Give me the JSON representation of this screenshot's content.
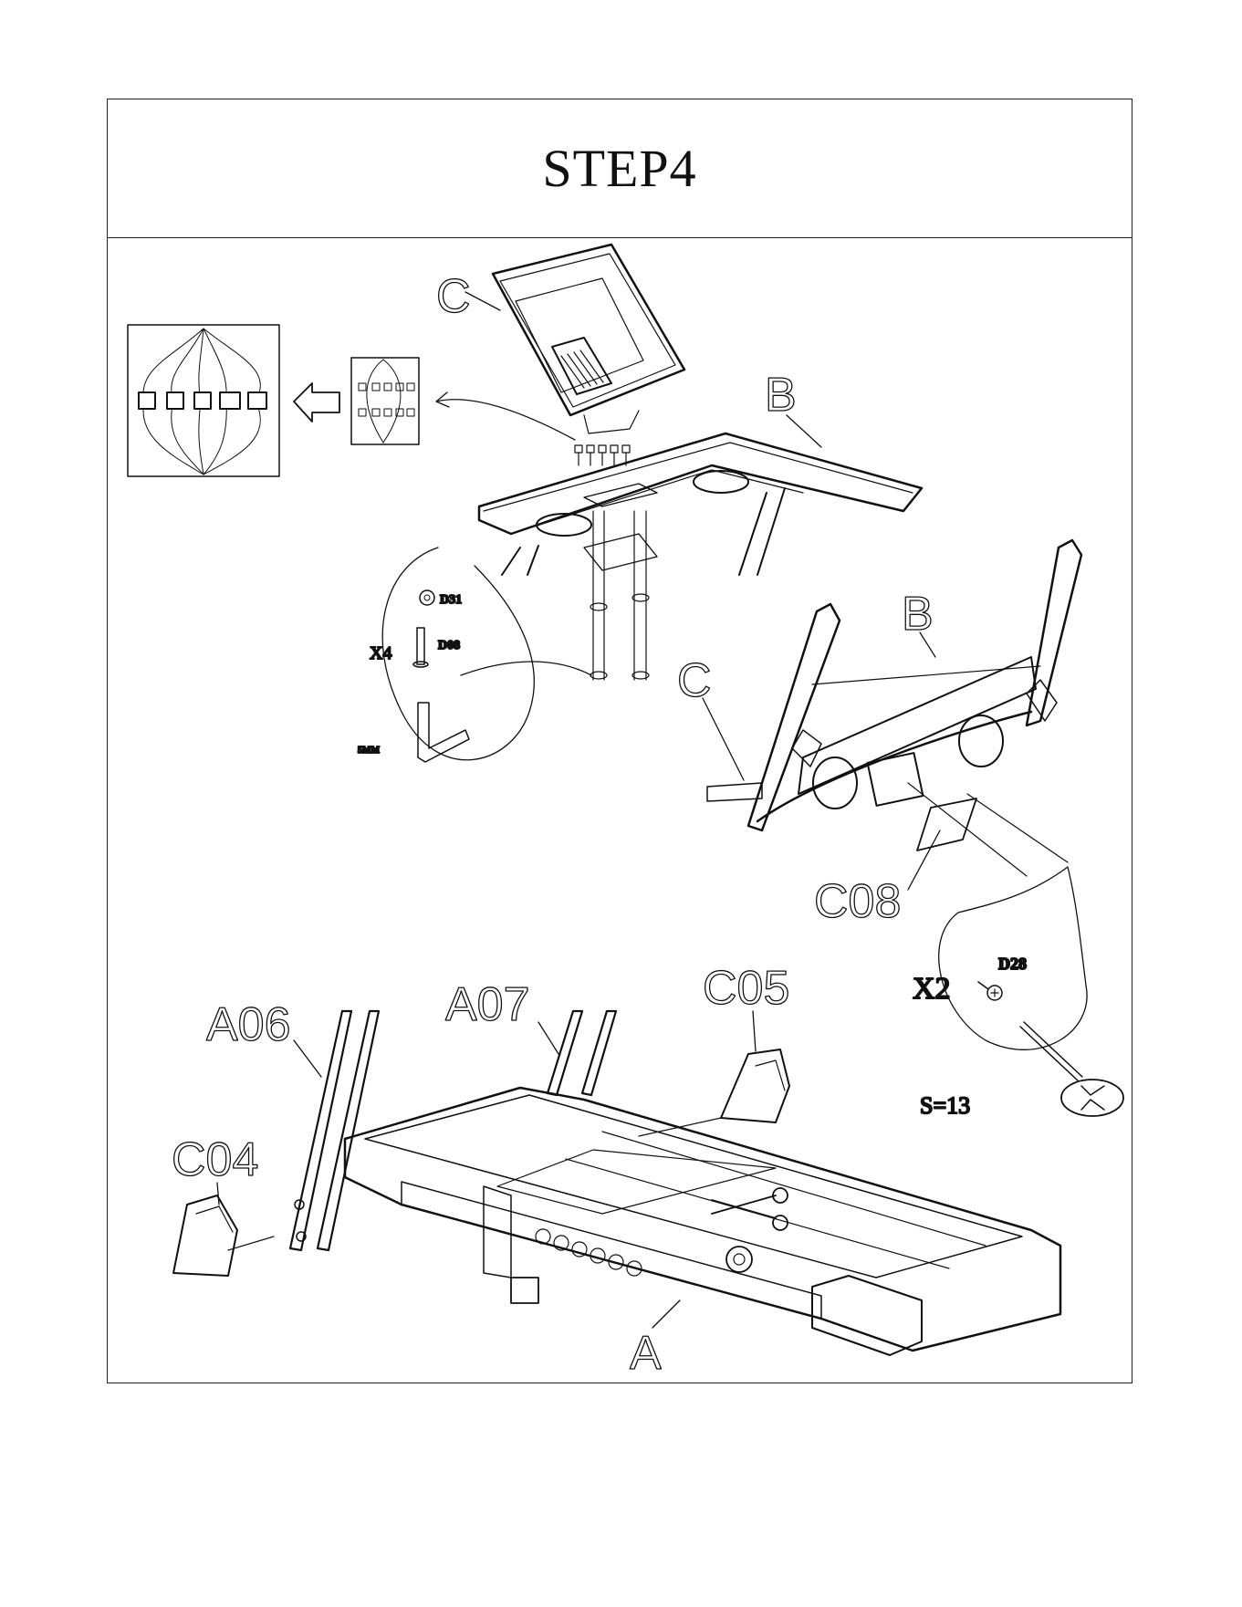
{
  "title": "STEP4",
  "part_labels": {
    "console": "C",
    "handlebar": "B",
    "base": "A",
    "upright_left": "A06",
    "upright_right": "A07",
    "cover_left": "C04",
    "cover_right": "C05",
    "console_panel": "C08",
    "console_rear": "C",
    "handlebar_rear": "B"
  },
  "hardware": {
    "washer_code": "D31",
    "bolt_code": "D08",
    "bolt_qty": "X4",
    "allen_key": "5MM",
    "screw_code": "D28",
    "screw_qty": "X2",
    "wrench_size": "S=13"
  },
  "icons": [
    "scissors-icon",
    "allen-key-icon",
    "screwdriver-icon",
    "wrench-icon",
    "arrow-left-icon"
  ]
}
